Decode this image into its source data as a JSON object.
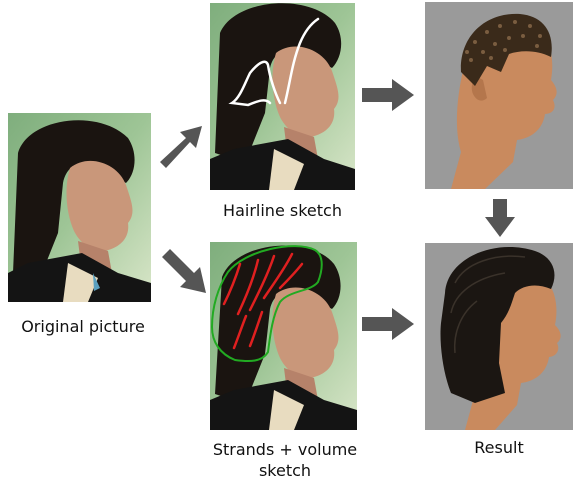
{
  "labels": {
    "original": "Original picture",
    "hairline": "Hairline sketch",
    "strands_line1": "Strands + volume",
    "strands_line2": "sketch",
    "result": "Result"
  },
  "colors": {
    "arrow": "#555555",
    "hairline_stroke": "#ffffff",
    "strand_stroke": "#e02020",
    "volume_stroke": "#22aa22",
    "render_bg": "#9a9a9a",
    "skin": "#c98a5e"
  }
}
